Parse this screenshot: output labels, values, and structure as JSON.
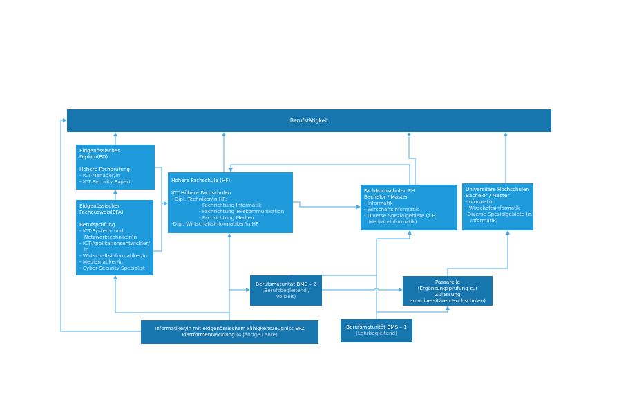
{
  "top": {
    "label": "Berufstätigkeit"
  },
  "ed": {
    "title1": "Eidgenössisches",
    "title2": "Diplom(ED)",
    "sub": "Höhere Fachprüfung",
    "items": [
      "- ICT-Manager/in",
      "- ICT Security Expert"
    ]
  },
  "efa": {
    "title1": "Eidgenössischer",
    "title2": "Fachausweis(EFA)",
    "sub": "Berufsprüfung",
    "items": [
      "- ICT-System- und",
      "   Netzwerktechniker/in",
      "- ICT-Applikationsentwickler/",
      "   in",
      "- Wirtschaftsinformatiker/in",
      "- Mediamatiker/in",
      "- Cyber Security Specialist"
    ]
  },
  "hf": {
    "title": "Höhere Fachschule (HF)",
    "sub": "ICT Höhere Fachschulen",
    "items": [
      "- Dipl. Techniker/in HF:",
      "- Fachrichtung Informatik",
      "- Fachrichtung Telekommunikation",
      "- Fachrichtung Medien",
      "-Dipl. Wirtschaftsinformatiker/in HF"
    ]
  },
  "fh": {
    "title1": "Fachhochschulen FH",
    "title2": "Bachelor / Master",
    "items": [
      "- Informatik",
      "- Wirschaftsinformatik",
      "- Diverse Spezialgebiete (z.B",
      "   Medizin-Informatik)"
    ]
  },
  "uni": {
    "title1": "Universitäre Hochschulen",
    "title2": "Bachelor / Master",
    "items": [
      "-Informatik",
      "- Wirschaftsinformatik",
      "-Diverse Spezialgebiete (z.B Bio-",
      "   Informatik)"
    ]
  },
  "bms2": {
    "title": "Berufsmaturität BMS – 2",
    "sub1": "(Berufsbegleitend /",
    "sub2": "Vollzeit)"
  },
  "passarelle": {
    "lines": [
      "Passarelle",
      "(Ergänzungsprüfung zur",
      "Zulassung",
      "an universitären Hochschulen)"
    ]
  },
  "efz": {
    "line1": "Informatiker/in mit eidgenössischem Fähigkeitszeugniss EFZ",
    "line2": "Plattformentwicklung",
    "line2_note": "(4 jährige Lehre)"
  },
  "bms1": {
    "title": "Berufsmaturität BMS – 1",
    "sub": "(Lehrbegleitend)"
  },
  "colors": {
    "light": "#1f9bdc",
    "dark": "#1776ad",
    "line": "#4aa8e0"
  }
}
